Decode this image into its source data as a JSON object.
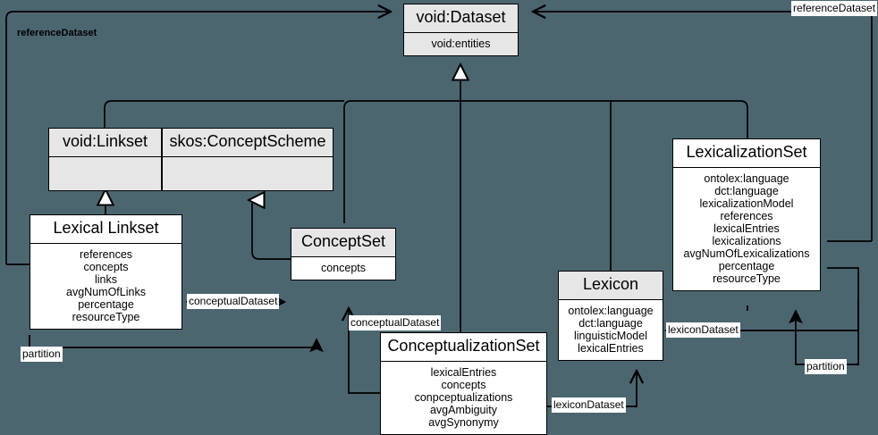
{
  "diagram": {
    "title": "LIME / Lexicalization Metadata UML class diagram",
    "background_color": "#4c6670",
    "line_color": "#000000",
    "class_fill_white": "#ffffff",
    "class_fill_gray": "#e6e6e6"
  },
  "classes": [
    {
      "id": "void-dataset",
      "name": "void:Dataset",
      "header_fill": "#e6e6e6",
      "body_fill": "#e6e6e6",
      "attributes": [
        "void:entities"
      ]
    },
    {
      "id": "void-linkset",
      "name": "void:Linkset",
      "header_fill": "#e6e6e6",
      "body_fill": "#e6e6e6",
      "attributes": []
    },
    {
      "id": "skos-conceptscheme",
      "name": "skos:ConceptScheme",
      "header_fill": "#e6e6e6",
      "body_fill": "#e6e6e6",
      "attributes": []
    },
    {
      "id": "lexical-linkset",
      "name": "Lexical Linkset",
      "header_fill": "#ffffff",
      "body_fill": "#ffffff",
      "attributes": [
        "references",
        "concepts",
        "links",
        "avgNumOfLinks",
        "percentage",
        "resourceType"
      ]
    },
    {
      "id": "conceptset",
      "name": "ConceptSet",
      "header_fill": "#e6e6e6",
      "body_fill": "#ffffff",
      "attributes": [
        "concepts"
      ]
    },
    {
      "id": "lexicalizationset",
      "name": "LexicalizationSet",
      "header_fill": "#ffffff",
      "body_fill": "#ffffff",
      "attributes": [
        "ontolex:language",
        "dct:language",
        "lexicalizationModel",
        "references",
        "lexicalEntries",
        "lexicalizations",
        "avgNumOfLexicalizations",
        "percentage",
        "resourceType"
      ]
    },
    {
      "id": "lexicon",
      "name": "Lexicon",
      "header_fill": "#e6e6e6",
      "body_fill": "#ffffff",
      "attributes": [
        "ontolex:language",
        "dct:language",
        "linguisticModel",
        "lexicalEntries"
      ]
    },
    {
      "id": "conceptualizationset",
      "name": "ConceptualizationSet",
      "header_fill": "#ffffff",
      "body_fill": "#ffffff",
      "attributes": [
        "lexicalEntries",
        "concepts",
        "conpceptualizations",
        "avgAmbiguity",
        "avgSynonymy"
      ]
    }
  ],
  "edge_labels": {
    "reference_dataset_left": "referenceDataset",
    "reference_dataset_right": "referenceDataset",
    "conceptual_dataset_left": "conceptualDataset",
    "conceptual_dataset_mid": "conceptualDataset",
    "lexicon_dataset_right": "lexiconDataset",
    "lexicon_dataset_bottom": "lexiconDataset",
    "partition_left": "partition",
    "partition_right": "partition"
  }
}
